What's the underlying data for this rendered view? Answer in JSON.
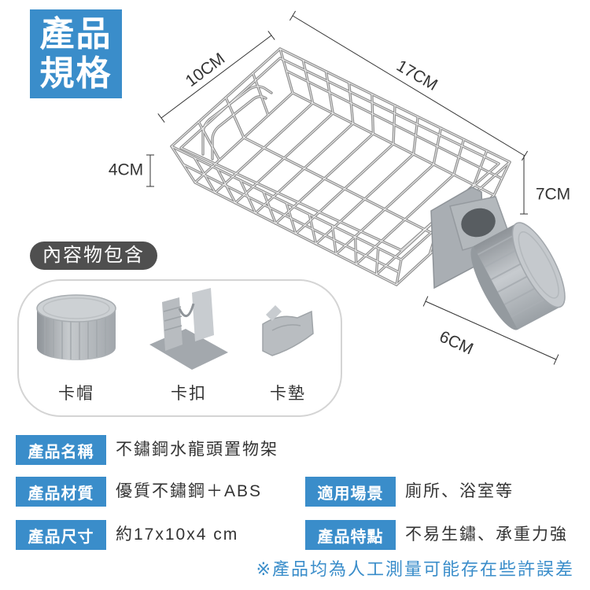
{
  "header": {
    "line1": "產品",
    "line2": "規格"
  },
  "dimensions": {
    "width": "10CM",
    "length": "17CM",
    "height": "4CM",
    "clamp_height": "7CM",
    "clamp_depth": "6CM"
  },
  "contents": {
    "title": "內容物包含",
    "items": [
      {
        "label": "卡帽",
        "icon": "cap-icon"
      },
      {
        "label": "卡扣",
        "icon": "clip-icon"
      },
      {
        "label": "卡墊",
        "icon": "pad-icon"
      }
    ]
  },
  "specs": [
    {
      "label": "產品名稱",
      "value": "不鏽鋼水龍頭置物架"
    },
    {
      "label": "產品材質",
      "value": "優質不鏽鋼＋ABS"
    },
    {
      "label": "適用場景",
      "value": "廁所、浴室等"
    },
    {
      "label": "產品尺寸",
      "value": "約17x10x4 cm"
    },
    {
      "label": "產品特點",
      "value": "不易生鏽、承重力強"
    }
  ],
  "note": "※產品均為人工測量可能存在些許誤差",
  "colors": {
    "accent": "#3a8dca",
    "pill": "#4f4f4f",
    "text": "#333333",
    "steel": "#9a9a9a",
    "plastic": "#a9aeb3"
  }
}
